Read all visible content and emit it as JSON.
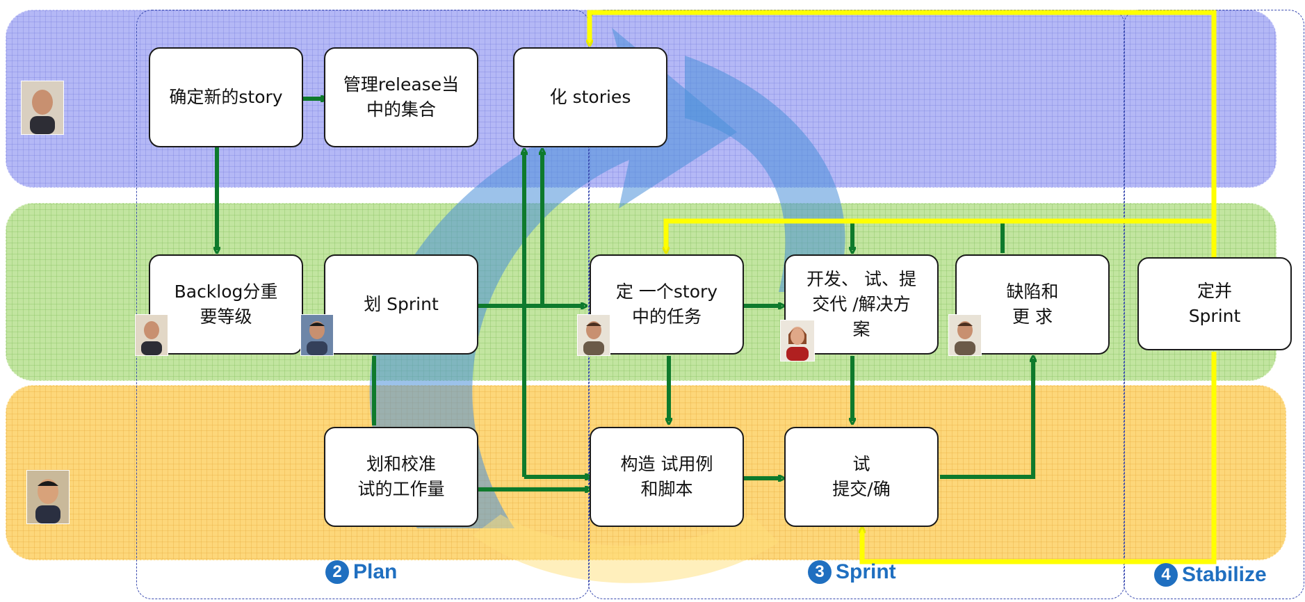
{
  "boxes": {
    "define_story": "确定新的story",
    "manage_release": "管理release当\n中的集合",
    "stories": "化 stories",
    "backlog": "Backlog分重\n要等级",
    "plan_sprint": "划  Sprint",
    "define_tasks": "定    一个story\n中的任务",
    "develop": "开发、   试、提\n交代    /解决方\n案",
    "defects": "缺陷和\n更    求",
    "stabilize_sprint": "定并\nSprint",
    "calibrate": "划和校准\n试的工作量",
    "test_cases": "构造    试用例\n和脚本",
    "test_submit": "试\n提交/确"
  },
  "phases": {
    "plan": {
      "num": "2",
      "label": "Plan"
    },
    "sprint": {
      "num": "3",
      "label": "Sprint"
    },
    "stabilize": {
      "num": "4",
      "label": "Stabilize"
    }
  },
  "colors": {
    "arrow_green": "#0e7a2c",
    "arrow_yellow": "#ffff00",
    "cycle_blue": "#4a8fd8",
    "phase_text": "#1f6fc0"
  }
}
